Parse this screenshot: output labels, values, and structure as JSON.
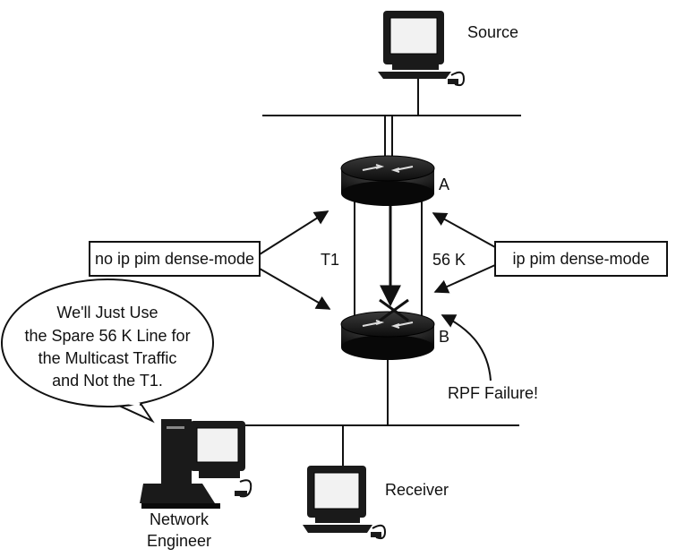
{
  "labels": {
    "source": "Source",
    "receiver": "Receiver",
    "router_a": "A",
    "router_b": "B",
    "link_t1": "T1",
    "link_56k": "56 K",
    "rpf_failure": "RPF Failure!",
    "network_engineer_line1": "Network",
    "network_engineer_line2": "Engineer"
  },
  "config_boxes": {
    "left": "no ip pim dense-mode",
    "right": "ip pim dense-mode"
  },
  "speech_bubble": {
    "line1": "We'll Just Use",
    "line2": "the Spare 56 K Line for",
    "line3": "the Multicast Traffic",
    "line4": "and Not the T1."
  },
  "colors": {
    "line": "#111111",
    "router_body": "#1a1a1a",
    "screen": "#f2f2f2"
  },
  "icons": {
    "source": "computer-icon",
    "receiver": "computer-icon",
    "engineer": "workstation-icon",
    "router_a": "router-icon",
    "router_b": "router-icon",
    "rpf_block": "x-mark-icon"
  }
}
